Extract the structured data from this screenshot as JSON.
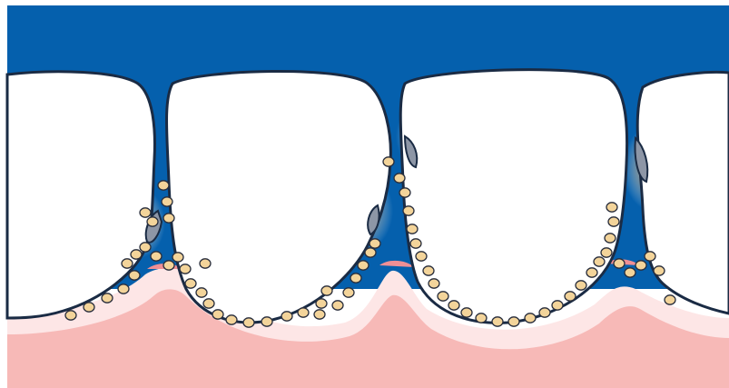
{
  "illustration": {
    "subject": "teeth-and-gums-cross-section",
    "colors": {
      "background": "#ffffff",
      "interdental_space": "#0560ad",
      "tooth_fill": "#ffffff",
      "tooth_outline": "#1a2b44",
      "gum_light": "#fde6e6",
      "gum_dark": "#f7b9b7",
      "gum_contact": "#f08f95",
      "plaque_dot": "#f3d49a",
      "plaque_outline": "#2a2f3d",
      "tartar_deposit": "#8d96a6",
      "decay_stain": "#e8a86c"
    },
    "icons": [
      "tooth-shape",
      "plaque-particle",
      "tartar-deposit",
      "decay-stain"
    ]
  }
}
